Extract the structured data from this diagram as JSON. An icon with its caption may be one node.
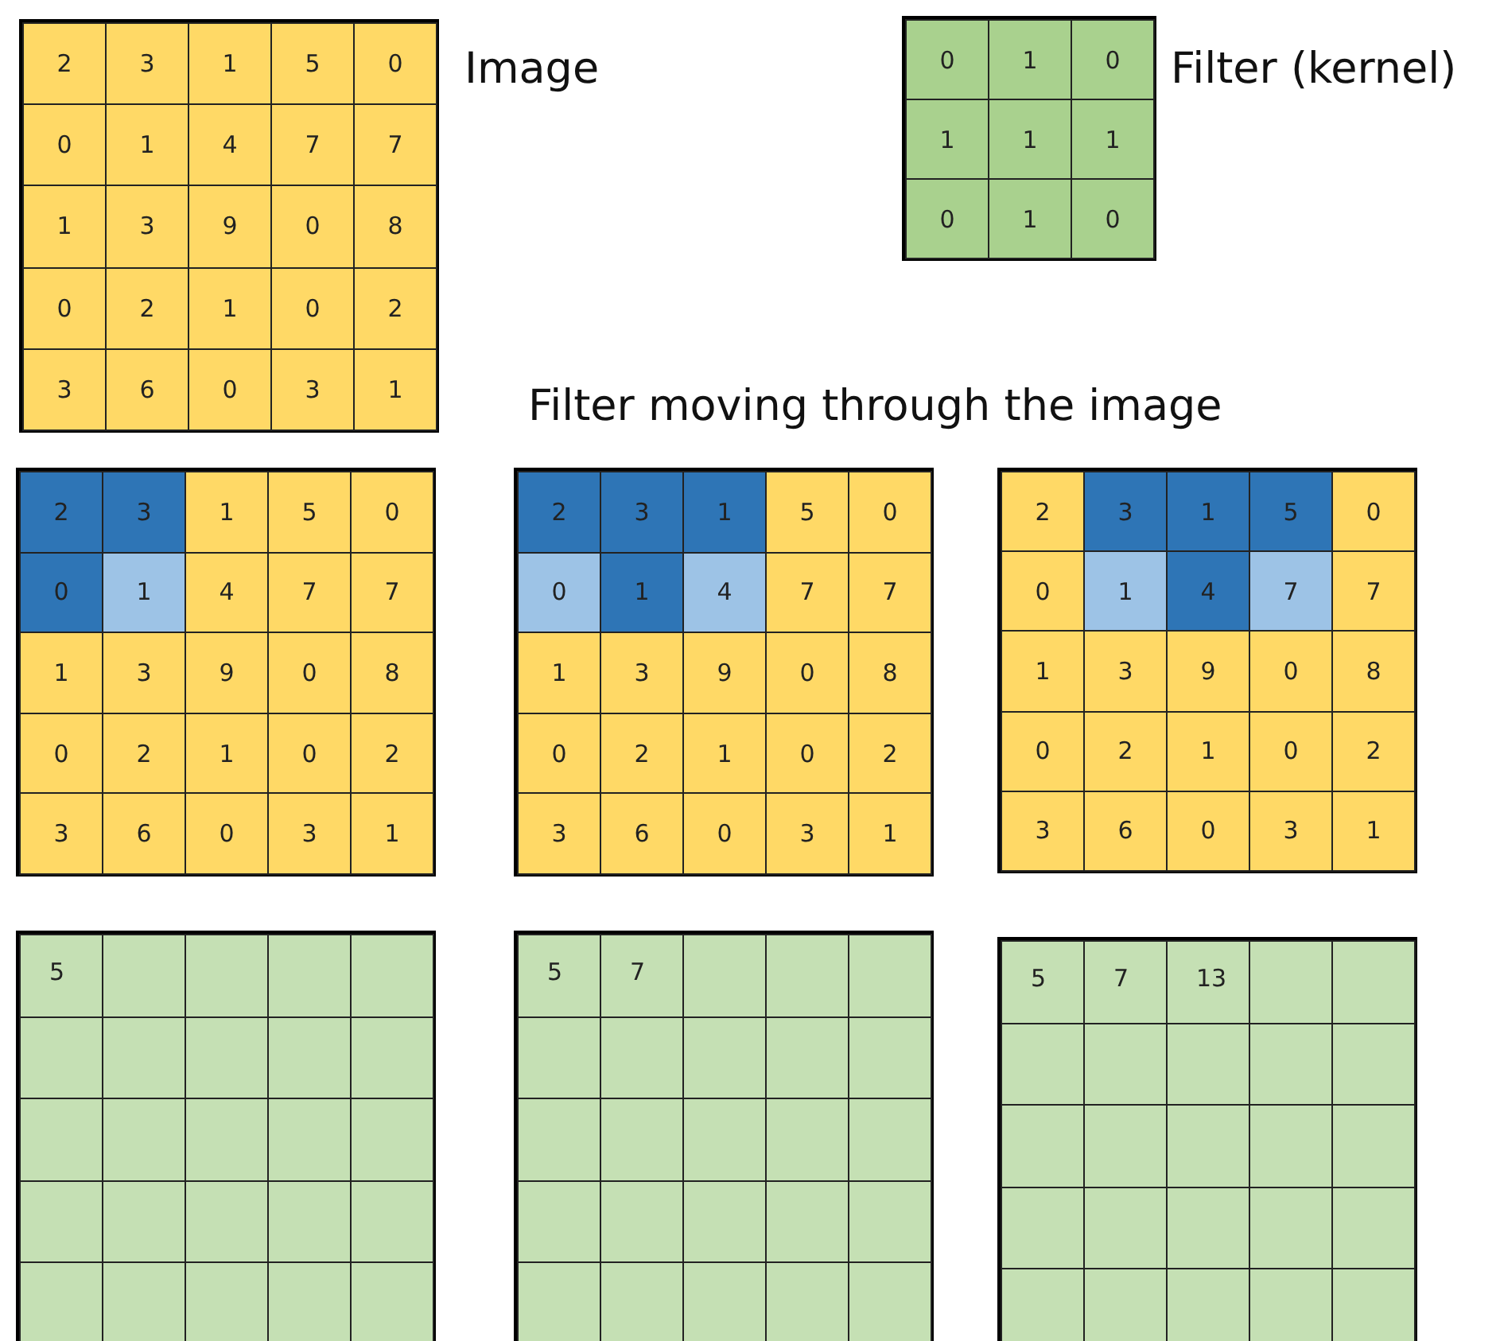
{
  "diagram": {
    "title": "Filter moving through the image",
    "labels": [
      "2",
      "3",
      "1",
      "5",
      "0",
      "0",
      "1",
      "4",
      "7",
      "7",
      "1",
      "3",
      "9",
      "0",
      "8",
      "0",
      "2",
      "1",
      "0",
      "2",
      "3",
      "6",
      "0",
      "3",
      "1",
      "Image",
      "0",
      "1",
      "0",
      "1",
      "1",
      "1",
      "0",
      "1",
      "0",
      "Filter (kernel)",
      "2",
      "3",
      "1",
      "5",
      "0",
      "0",
      "1",
      "4",
      "7",
      "7",
      "1",
      "3",
      "9",
      "0",
      "8",
      "0",
      "2",
      "1",
      "0",
      "2",
      "3",
      "6",
      "0",
      "3",
      "1",
      "2",
      "3",
      "1",
      "5",
      "0",
      "0",
      "1",
      "4",
      "7",
      "7",
      "1",
      "3",
      "9",
      "0",
      "8",
      "0",
      "2",
      "1",
      "0",
      "2",
      "3",
      "6",
      "0",
      "3",
      "1",
      "2",
      "3",
      "1",
      "5",
      "0",
      "0",
      "1",
      "4",
      "7",
      "7",
      "1",
      "3",
      "9",
      "0",
      "8",
      "0",
      "2",
      "1",
      "0",
      "2",
      "3",
      "6",
      "0",
      "3",
      "1",
      "5",
      "5",
      "7",
      "5",
      "7",
      "13"
    ]
  }
}
